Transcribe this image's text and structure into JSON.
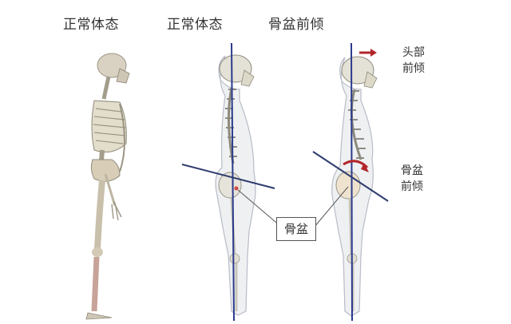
{
  "titles": {
    "left": "正常体态",
    "middle": "正常体态",
    "right": "骨盆前倾"
  },
  "annotations": {
    "head_forward": [
      "头部",
      "前倾"
    ],
    "pelvis_anterior": [
      "骨盆",
      "前倾"
    ],
    "pelvis_callout": "骨盆"
  },
  "colors": {
    "plumb_line": "#2b3a8c",
    "pelvis_line": "#2f3c6e",
    "arrow_red": "#b3262a",
    "bone": "#e8e4d8",
    "body_outline": "#b9bcc8"
  }
}
